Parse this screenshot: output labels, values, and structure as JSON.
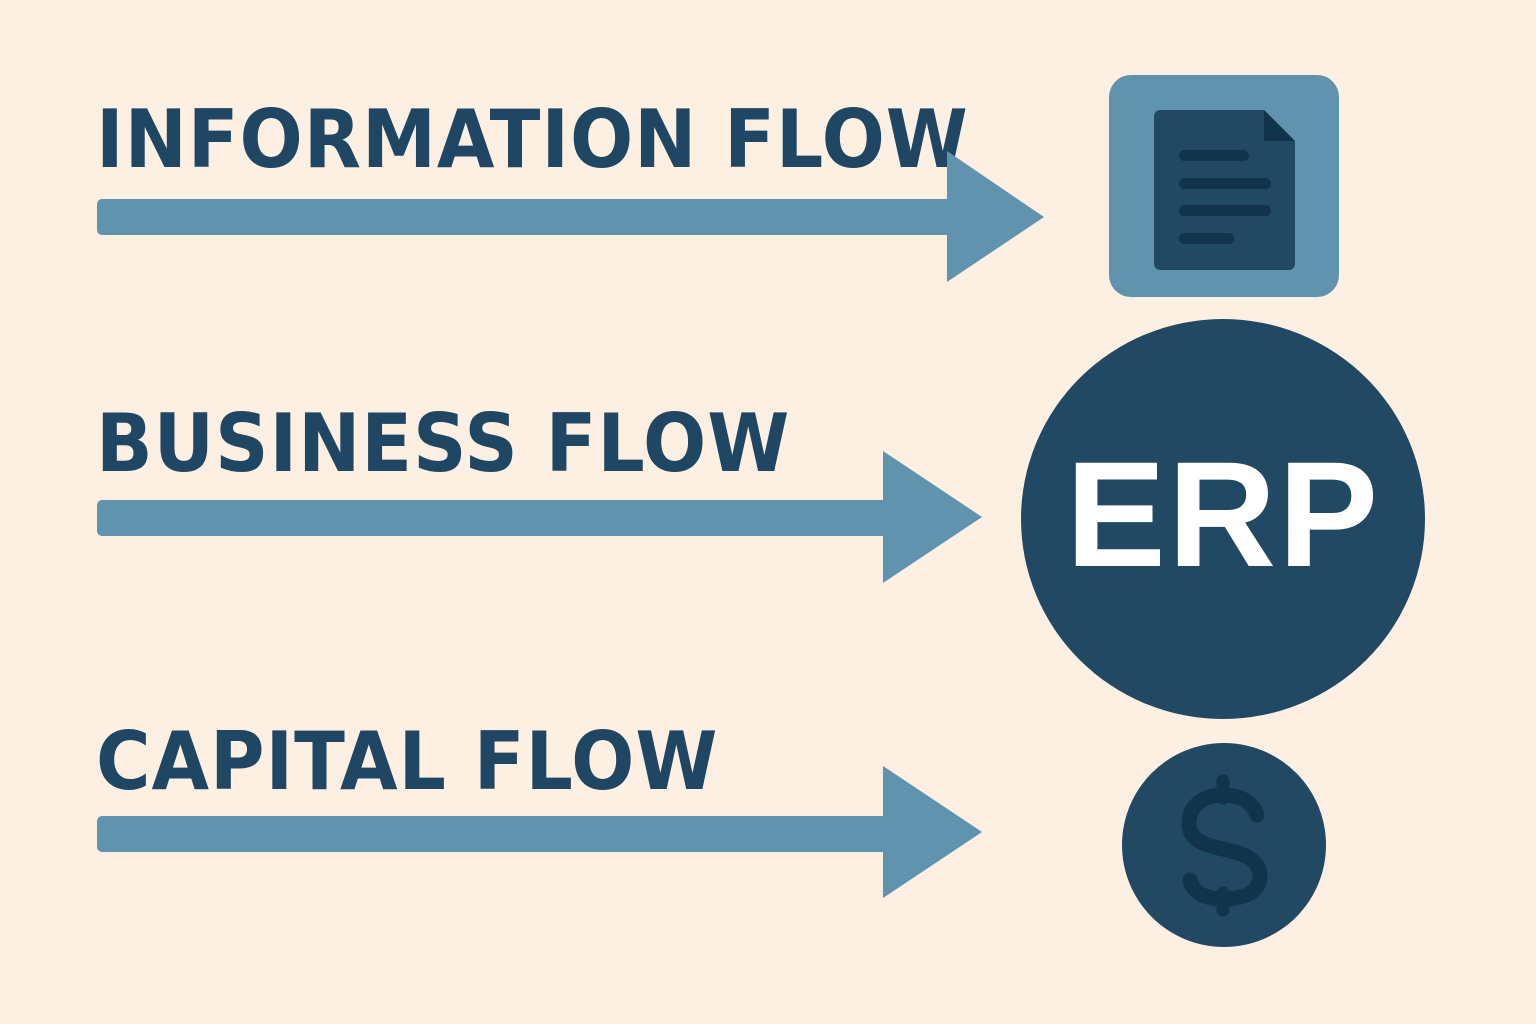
{
  "flows": [
    {
      "label": "INFORMATION FLOW",
      "target": "document-icon"
    },
    {
      "label": "BUSINESS FLOW",
      "target": "erp-circle"
    },
    {
      "label": "CAPITAL FLOW",
      "target": "dollar-coin-icon"
    }
  ],
  "erp": {
    "label": "ERP"
  },
  "colors": {
    "background": "#fdf0e3",
    "text": "#1f4763",
    "arrow": "#5f93ae",
    "dark_blue": "#214963",
    "darkest_blue": "#12334c",
    "white": "#ffffff"
  }
}
